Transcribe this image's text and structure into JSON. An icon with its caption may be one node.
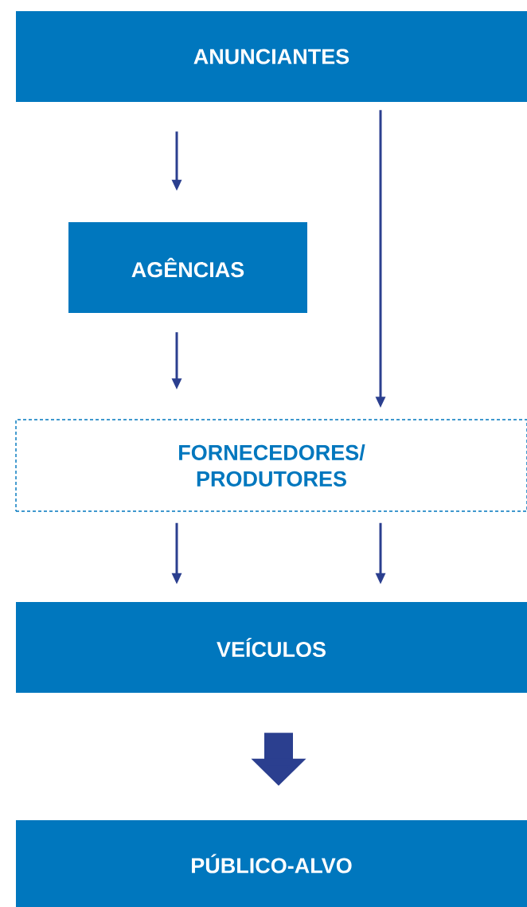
{
  "diagram": {
    "nodes": [
      {
        "text": [
          "ANUNCIANTES"
        ]
      },
      {
        "text": [
          "AGÊNCIAS"
        ]
      },
      {
        "text": [
          "FORNECEDORES/ PRODUTORES"
        ]
      },
      {
        "text": [
          "VEÍCULOS"
        ]
      },
      {
        "text": [
          "PÚBLICO-ALVO"
        ]
      }
    ],
    "edges": [
      {
        "from": 0,
        "to": 1,
        "arrow": "to"
      },
      {
        "from": 0,
        "to": 2,
        "arrow": "to"
      },
      {
        "from": 1,
        "to": 2,
        "arrow": "to"
      },
      {
        "from": 2,
        "to": 3,
        "arrow": "to"
      },
      {
        "from": 2,
        "to": 3,
        "arrow": "to"
      },
      {
        "from": 3,
        "to": 4,
        "arrow": "to",
        "style": "thick"
      }
    ]
  }
}
